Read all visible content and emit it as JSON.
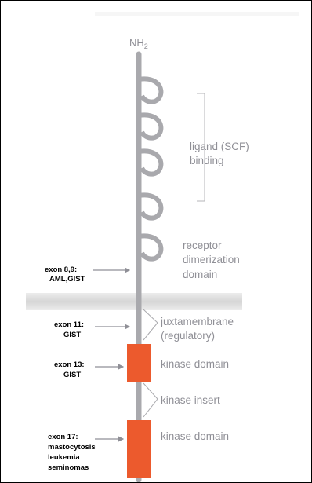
{
  "terminus": {
    "base": "NH",
    "subscript": "2"
  },
  "domains": {
    "ligand_binding": [
      "ligand (SCF)",
      "binding"
    ],
    "dimerization": [
      "receptor",
      "dimerization",
      "domain"
    ],
    "juxtamembrane": [
      "juxtamembrane",
      "(regulatory)"
    ],
    "kinase_domain_1": "kinase domain",
    "kinase_insert": "kinase insert",
    "kinase_domain_2": "kinase domain"
  },
  "exons": {
    "exon_8_9": [
      "exon 8,9:",
      "AML,GIST"
    ],
    "exon_11": [
      "exon 11:",
      "GIST"
    ],
    "exon_13": [
      "exon 13:",
      "GIST"
    ],
    "exon_17": [
      "exon 17:",
      "mastocytosis",
      "leukemia",
      "seminomas"
    ]
  },
  "colors": {
    "protein_chain": "#a9a9ad",
    "membrane": "#dcdcdc",
    "kinase_box": "#ec5a2d",
    "label_text": "#8f8f96",
    "exon_text": "#000000"
  }
}
